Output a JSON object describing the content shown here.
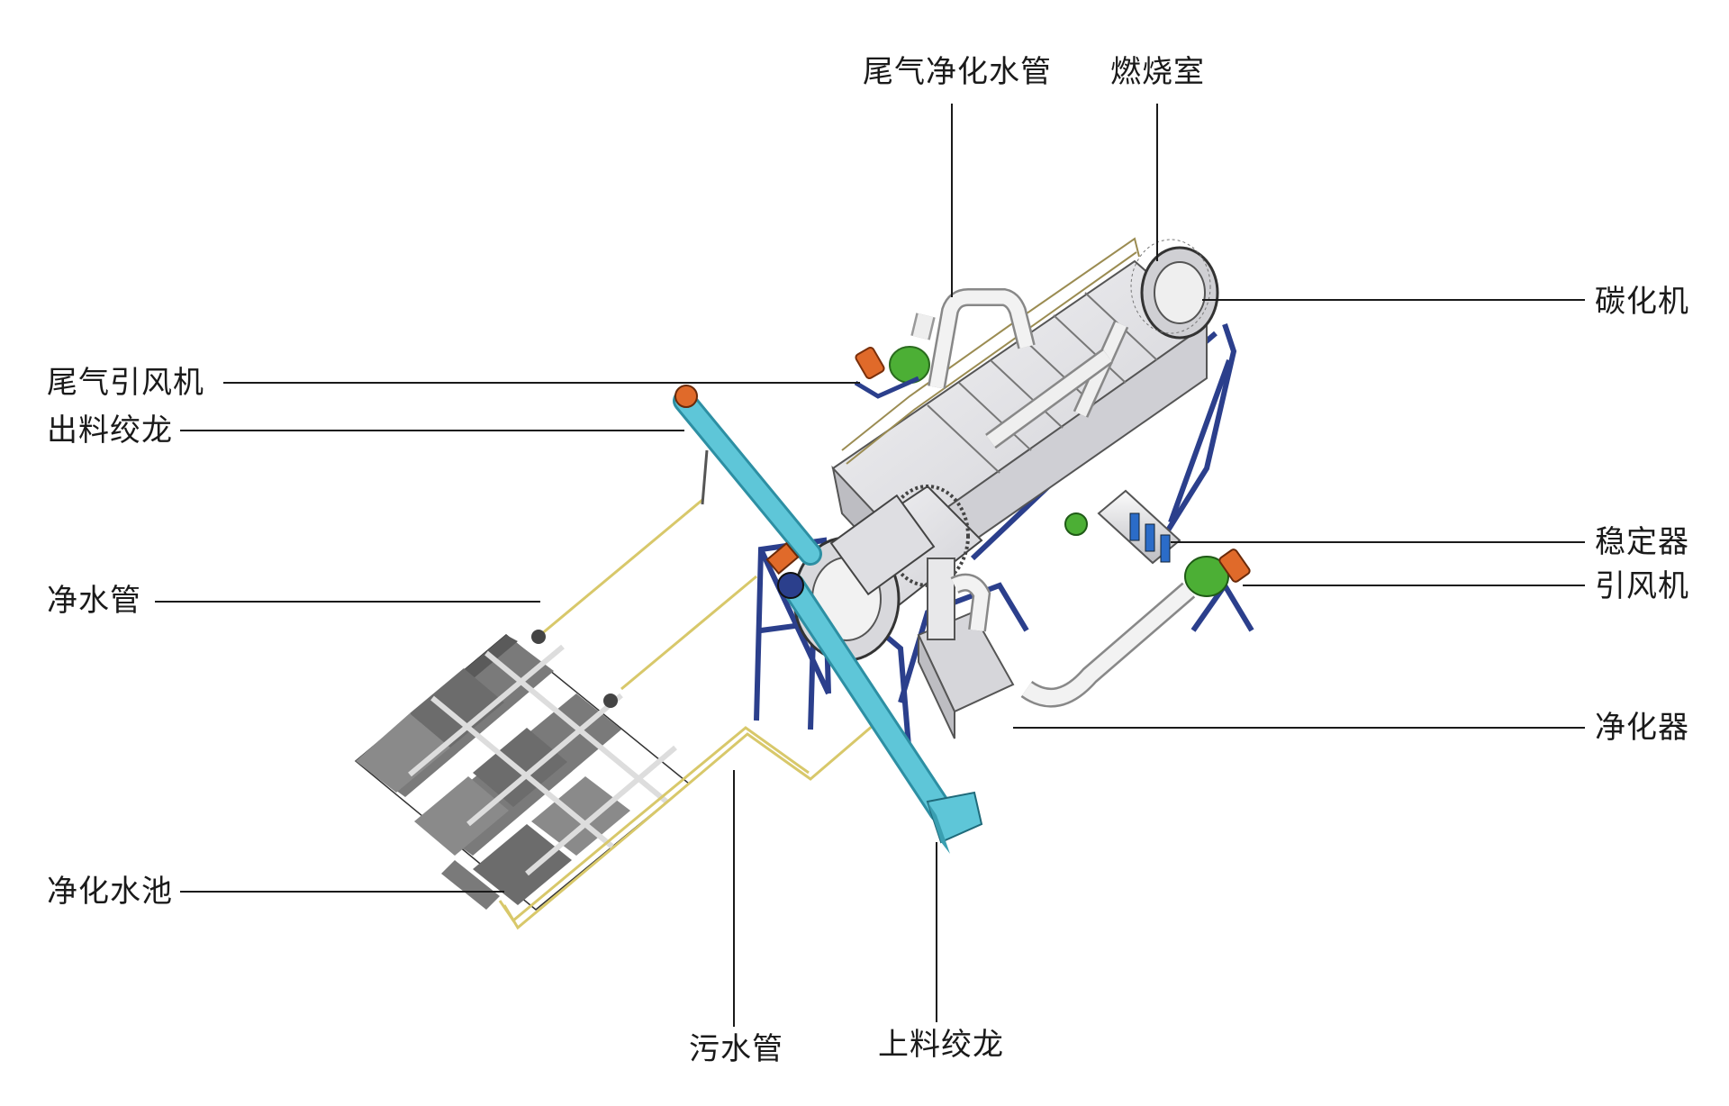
{
  "labels": {
    "exhaust_water_pipe": "尾气净化水管",
    "combustion_chamber": "燃烧室",
    "carbonizer": "碳化机",
    "exhaust_fan": "尾气引风机",
    "discharge_auger": "出料绞龙",
    "clean_water_pipe": "净水管",
    "stabilizer": "稳定器",
    "induced_fan": "引风机",
    "purifier": "净化器",
    "purification_pool": "净化水池",
    "sewage_pipe": "污水管",
    "feed_auger": "上料绞龙"
  },
  "colors": {
    "auger": "#5ec6d8",
    "frame": "#2b3f8c",
    "fan_green": "#4caf35",
    "fan_orange": "#e06a2a",
    "pipe_yellow": "#d8c86a",
    "pool_gray": "#707070",
    "body_light": "#e9e9ec",
    "leader": "#1a1a1a"
  }
}
